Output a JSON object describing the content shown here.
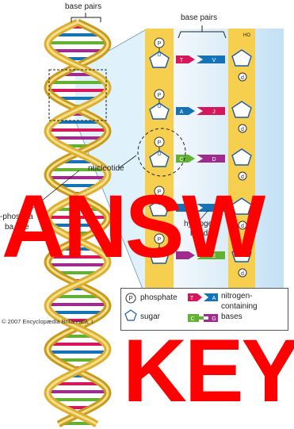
{
  "labels": {
    "base_pairs_left": "base pairs",
    "base_pairs_right": "base pairs",
    "ho": "HO",
    "nucleotide": "nucleotide",
    "backbone_1": "-phospha",
    "backbone_2": "ba   one",
    "hydrogen_1": "hydroge",
    "hydrogen_2": "bonds"
  },
  "ladder": {
    "phosphate_symbol": "P",
    "sugar_ring_letter": "O",
    "deoxy_symbol": "d",
    "pairs": [
      {
        "left": "T",
        "right": "V"
      },
      {
        "left": "A",
        "right": "J"
      },
      {
        "left": "C",
        "right": "D"
      },
      {
        "left": "",
        "right": ""
      },
      {
        "left": "",
        "right": "E"
      }
    ]
  },
  "legend": {
    "phosphate_symbol": "P",
    "phosphate": "phosphate",
    "sugar": "sugar",
    "base_A": "A",
    "base_G": "G",
    "base_T": "T",
    "base_C": "C",
    "bases_line1": "nitrogen-",
    "bases_line2": "containing",
    "bases_line3": "bases"
  },
  "copyright": "© 2007 Encyclopædia Britannica, I",
  "watermark": {
    "line1": "ANSW",
    "line2": "KEY"
  },
  "colors": {
    "backbone": "#f6cf4e",
    "strand_gold": "#c99a1e",
    "thymine": "#d6175a",
    "adenine": "#1672b7",
    "cytosine": "#63b132",
    "guanine": "#a12a8e",
    "watermark": "#ff0000",
    "panel_blue": "#c7e3f5"
  }
}
